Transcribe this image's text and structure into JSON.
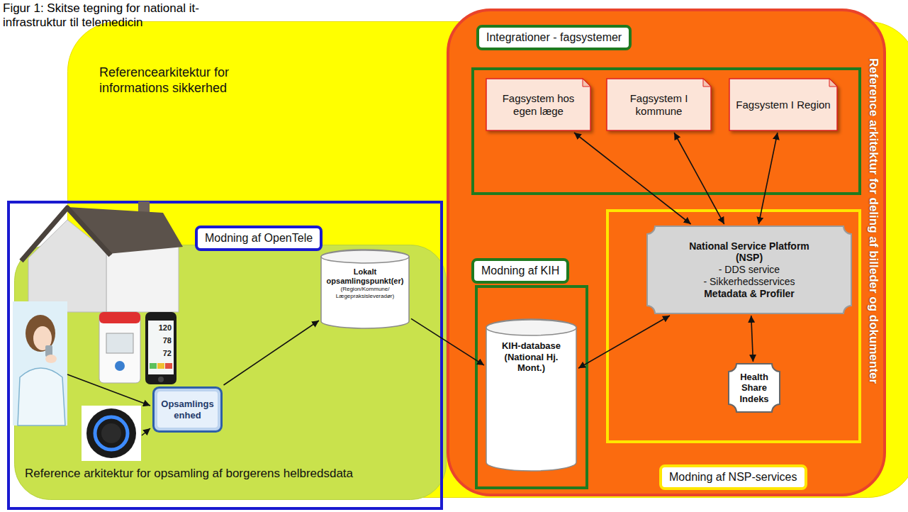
{
  "diagram": {
    "title": "Figur 1: Skitse tegning for national it-infrastruktur til telemedicin",
    "nodes": [
      {
        "text": [
          "Referencearkitektur for informations sikkerhed"
        ]
      },
      {
        "text": [
          "Reference arkitektur for deling af billeder og dokumenter"
        ]
      },
      {
        "text": [
          "Reference arkitektur for opsamling af borgerens helbredsdata"
        ]
      },
      {
        "text": [
          "Modning af OpenTele"
        ]
      },
      {
        "text": [
          "Integrationer - fagsystemer"
        ],
        "in": 1
      },
      {
        "text": [
          "Fagsystem hos egen læge"
        ],
        "in": 4
      },
      {
        "text": [
          "Fagsystem I kommune"
        ],
        "in": 4
      },
      {
        "text": [
          "Fagsystem I Region"
        ],
        "in": 4
      },
      {
        "text": [
          "Modning af NSP-services"
        ],
        "in": 1
      },
      {
        "text": [
          "National Service Platform (NSP)",
          "- DDS service",
          "- Sikkerhedsservices",
          "Metadata & Profiler"
        ],
        "in": 8
      },
      {
        "text": [
          "Health Share Indeks"
        ],
        "in": 8
      },
      {
        "text": [
          "Modning af KIH"
        ],
        "in": 1
      },
      {
        "text": [
          "KIH-database (National Hj. Mont.)"
        ],
        "in": 11
      },
      {
        "text": [
          "Lokalt opsamlingspunkt(er)",
          "(Region/Kommune/ Lægepraksisleveradør)"
        ],
        "in": 2
      },
      {
        "text": [
          "Opsamlings enhed"
        ],
        "in": 2
      }
    ],
    "edges": [
      {
        "from": 14,
        "to": 13,
        "arrow": "to"
      },
      {
        "from": 13,
        "to": 12,
        "arrow": "to"
      },
      {
        "from": 9,
        "to": 12,
        "arrow": "both"
      },
      {
        "from": 9,
        "to": 10,
        "arrow": "both"
      },
      {
        "from": 9,
        "to": 5,
        "arrow": "both"
      },
      {
        "from": 9,
        "to": 6,
        "arrow": "both"
      },
      {
        "from": 9,
        "to": 7,
        "arrow": "both"
      }
    ],
    "labels": [
      "120",
      "78",
      "72"
    ]
  }
}
